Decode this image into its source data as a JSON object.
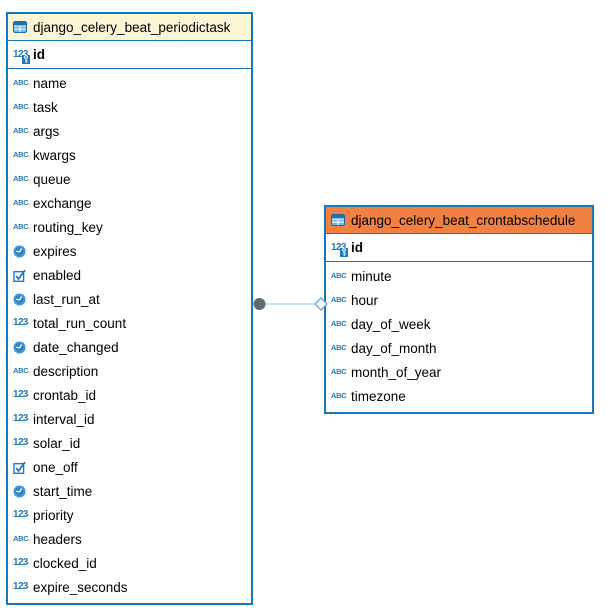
{
  "diagram": {
    "background_color": "#ffffff",
    "table_border_color": "#1478BE",
    "icon_color": "#1F7AC0",
    "tables": [
      {
        "title": "django_celery_beat_periodictask",
        "header_color": "#FBF5D5",
        "primary_key": {
          "name": "id",
          "type": "numeric",
          "primary_key": true,
          "icon": "numeric-pk-icon"
        },
        "columns": [
          {
            "name": "name",
            "type": "text"
          },
          {
            "name": "task",
            "type": "text"
          },
          {
            "name": "args",
            "type": "text"
          },
          {
            "name": "kwargs",
            "type": "text"
          },
          {
            "name": "queue",
            "type": "text"
          },
          {
            "name": "exchange",
            "type": "text"
          },
          {
            "name": "routing_key",
            "type": "text"
          },
          {
            "name": "expires",
            "type": "datetime"
          },
          {
            "name": "enabled",
            "type": "boolean"
          },
          {
            "name": "last_run_at",
            "type": "datetime"
          },
          {
            "name": "total_run_count",
            "type": "numeric"
          },
          {
            "name": "date_changed",
            "type": "datetime"
          },
          {
            "name": "description",
            "type": "text"
          },
          {
            "name": "crontab_id",
            "type": "numeric"
          },
          {
            "name": "interval_id",
            "type": "numeric"
          },
          {
            "name": "solar_id",
            "type": "numeric"
          },
          {
            "name": "one_off",
            "type": "boolean"
          },
          {
            "name": "start_time",
            "type": "datetime"
          },
          {
            "name": "priority",
            "type": "numeric"
          },
          {
            "name": "headers",
            "type": "text"
          },
          {
            "name": "clocked_id",
            "type": "numeric"
          },
          {
            "name": "expire_seconds",
            "type": "numeric"
          }
        ]
      },
      {
        "title": "django_celery_beat_crontabschedule",
        "header_color": "#F08142",
        "primary_key": {
          "name": "id",
          "type": "numeric",
          "primary_key": true,
          "icon": "numeric-pk-icon"
        },
        "columns": [
          {
            "name": "minute",
            "type": "text"
          },
          {
            "name": "hour",
            "type": "text"
          },
          {
            "name": "day_of_week",
            "type": "text"
          },
          {
            "name": "day_of_month",
            "type": "text"
          },
          {
            "name": "month_of_year",
            "type": "text"
          },
          {
            "name": "timezone",
            "type": "text"
          }
        ]
      }
    ],
    "relation": {
      "from_table": "django_celery_beat_periodictask",
      "to_table": "django_celery_beat_crontabschedule",
      "line_color": "#8FBEDC",
      "start_marker": "filled-circle",
      "start_marker_color": "#5E6A72",
      "end_marker": "hollow-diamond",
      "end_marker_border_color": "#4D9FD6"
    },
    "icon_legend": {
      "text": "abc-type-icon",
      "numeric": "numeric-type-icon",
      "datetime": "clock-type-icon",
      "boolean": "checkbox-type-icon",
      "primary_key": "key-icon",
      "table": "table-grid-icon"
    }
  }
}
